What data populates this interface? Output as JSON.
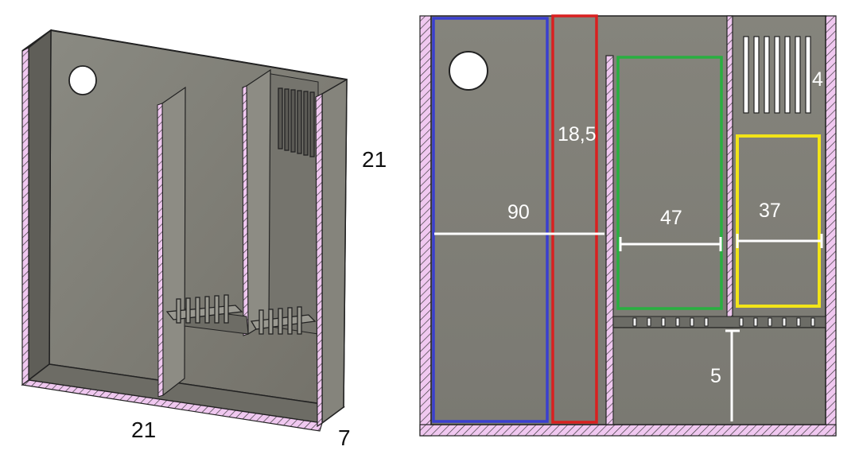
{
  "iso_view": {
    "dimensions": {
      "height": "21",
      "width": "21",
      "depth": "7"
    }
  },
  "front_view": {
    "labels": {
      "blue_section": "90",
      "red_section": "18,5",
      "green_section": "47",
      "yellow_section": "37",
      "top_right_gap": "4",
      "bottom_gap": "5"
    }
  },
  "colors": {
    "wall_hatch": "#e9b8ea",
    "interior": "#808078",
    "interior_dark": "#6c6c66",
    "interior_light": "#9a9a92",
    "outline": "#222222",
    "blue": "#3a3fd0",
    "red": "#d92020",
    "green": "#28b040",
    "yellow": "#f2e418",
    "measure": "#ffffff"
  }
}
